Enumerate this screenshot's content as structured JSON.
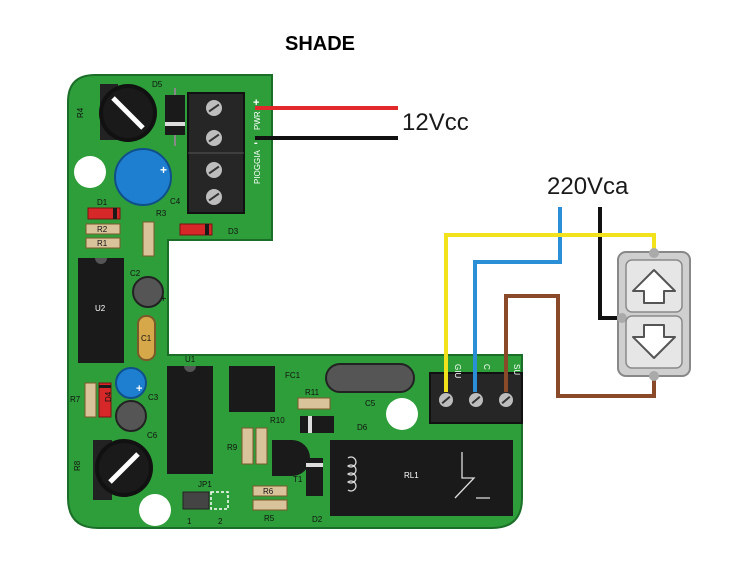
{
  "title": "SHADE",
  "power_label": "12Vcc",
  "mains_label": "220Vca",
  "connector_labels": {
    "pwr": "PWR",
    "pioggia": "PIOGGIA",
    "plus": "+",
    "minus": "-"
  },
  "relay_terminals": [
    "GIU",
    "C",
    "SU"
  ],
  "components": {
    "r4": "R4",
    "d5": "D5",
    "c4": "C4",
    "d1": "D1",
    "r2": "R2",
    "r1": "R1",
    "r3": "R3",
    "d3": "D3",
    "c2": "C2",
    "u2": "U2",
    "c1": "C1",
    "u1": "U1",
    "fc1": "FC1",
    "c5": "C5",
    "r7": "R7",
    "d4": "D4",
    "c3": "C3",
    "c6": "C6",
    "r11": "R11",
    "r10": "R10",
    "d6": "D6",
    "r9": "R9",
    "r8": "R8",
    "t1": "T1",
    "rl1": "RL1",
    "jp1": "JP1",
    "jp1_pin1": "1",
    "jp1_pin2": "2",
    "r6": "R6",
    "r5": "R5",
    "d2": "D2"
  },
  "colors": {
    "pcb": "#2e9e3a",
    "wire_red": "#e3282b",
    "wire_black": "#111111",
    "wire_yellow": "#f2e21b",
    "wire_blue": "#2a8fd6",
    "wire_brown": "#8a4a2a",
    "capacitor_blue": "#1e7fd0"
  }
}
